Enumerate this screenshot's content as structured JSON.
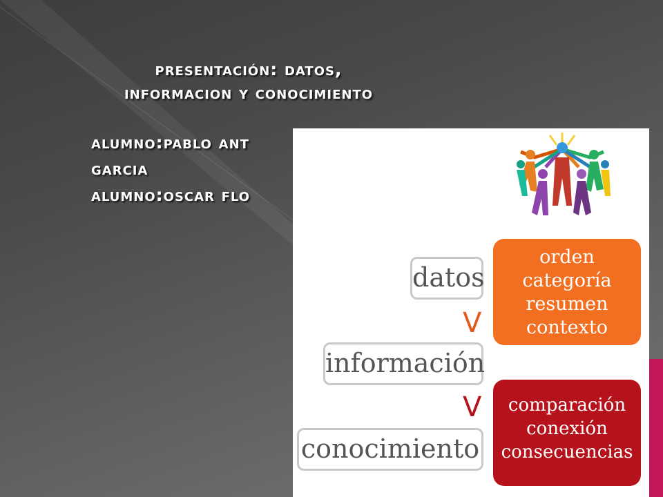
{
  "slide": {
    "title_line1": "Presentación: DATOS,",
    "title_line2": "INFORMACION Y CONOCIMIENTO",
    "authors": [
      "ALUMNO:PABLO ANT",
      "GARCIA",
      "ALUMNO:OSCAR FLO"
    ]
  },
  "diagram": {
    "levels": [
      "datos",
      "información",
      "conocimiento"
    ],
    "orange_box": [
      "orden",
      "categoría",
      "resumen",
      "contexto"
    ],
    "red_box": [
      "comparación",
      "conexión",
      "consecuencias"
    ],
    "arrow_symbol": "V",
    "colors": {
      "orange": "#f26f21",
      "red": "#b5121b",
      "arrow": "#e05a1e",
      "pill_border": "#c8c8c8"
    }
  }
}
